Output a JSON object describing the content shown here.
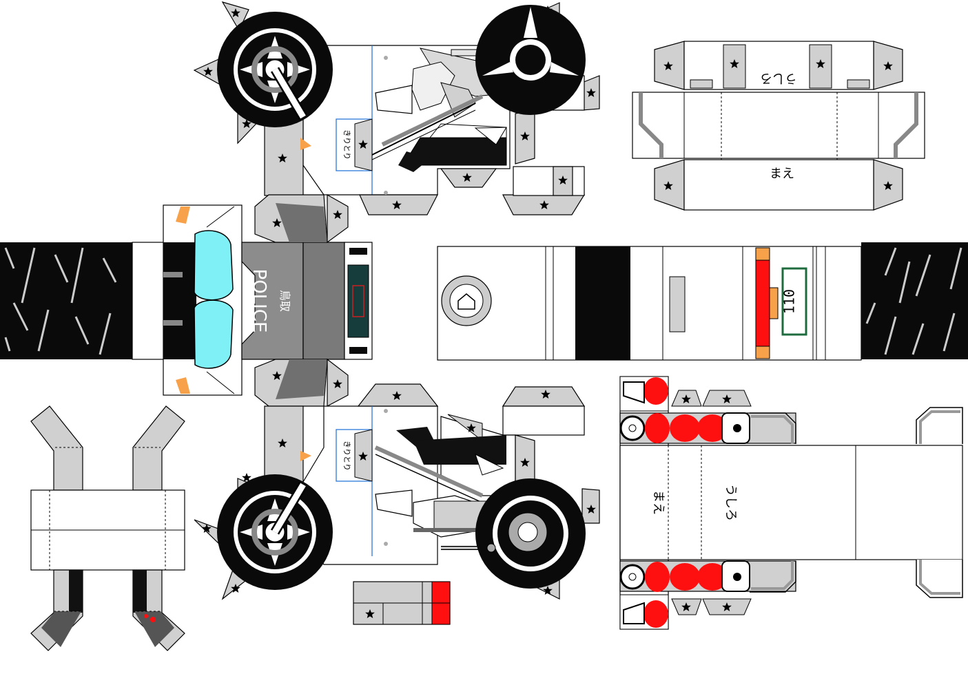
{
  "labels": {
    "police": "POLICE",
    "prefecture": "鳥取",
    "plate_number": "110",
    "front": "まえ",
    "rear": "うしろ",
    "cut": "きりとり"
  },
  "colors": {
    "part_gray": "#d0d0d0",
    "outline": "#000000",
    "tire": "#0a0a0a",
    "windshield": "#7ff0f5",
    "signal_orange": "#f7a24a",
    "lamp_red": "#ff1010",
    "plate_green": "#1e6b3e",
    "fold_blue": "#2b78d9"
  }
}
